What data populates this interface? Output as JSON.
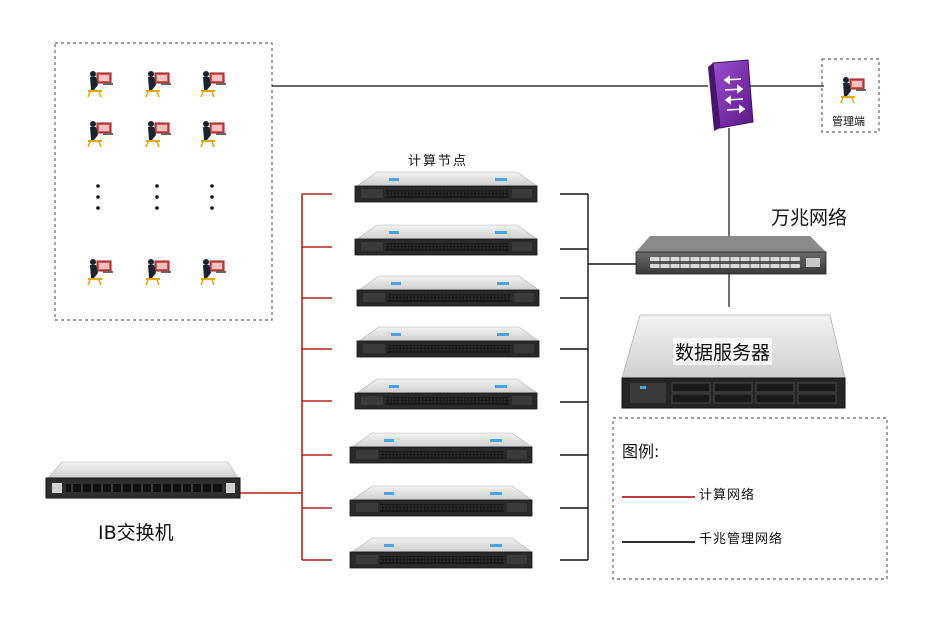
{
  "labels": {
    "computing_nodes": "计算节点",
    "ten_gigabit_network": "万兆网络",
    "data_server": "数据服务器",
    "ib_switch": "IB交换机",
    "management": "管理端"
  },
  "legend": {
    "title": "图例:",
    "items": [
      {
        "label": "计算网络",
        "color": "#b22222"
      },
      {
        "label": "千兆管理网络",
        "color": "#111111"
      }
    ]
  },
  "colors": {
    "compute_network": "#b22222",
    "management_network": "#111111",
    "dashed_border": "#666666",
    "firewall": "#7a2aa8"
  }
}
